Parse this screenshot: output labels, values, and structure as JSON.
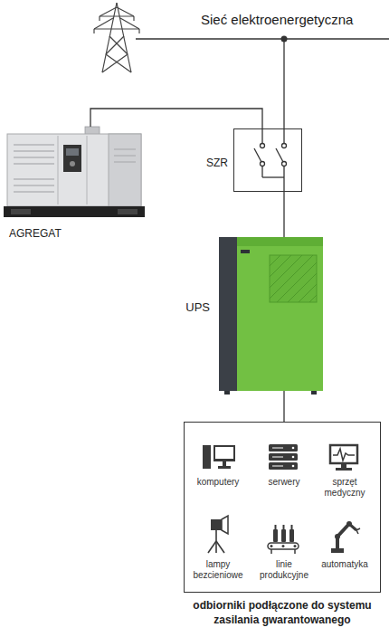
{
  "diagram": {
    "nodes": [
      {
        "text": [
          "Sieć elektroenergetyczna"
        ]
      },
      {
        "text": [
          "AGREGAT"
        ]
      },
      {
        "text": [
          "SZR"
        ]
      },
      {
        "text": [
          "UPS"
        ]
      },
      {
        "text": [
          "odbiorniki podłączone do systemu zasilania gwarantowanego"
        ]
      },
      {
        "text": [
          "komputery"
        ],
        "in": 4
      },
      {
        "text": [
          "serwery"
        ],
        "in": 4
      },
      {
        "text": [
          "sprzęt medyczny"
        ],
        "in": 4
      },
      {
        "text": [
          "lampy bezcieniowe"
        ],
        "in": 4
      },
      {
        "text": [
          "linie produkcyjne"
        ],
        "in": 4
      },
      {
        "text": [
          "automatyka"
        ],
        "in": 4
      }
    ],
    "edges": [
      {
        "from": 0,
        "to": 2,
        "arrow": "none"
      },
      {
        "from": 1,
        "to": 2,
        "arrow": "none"
      },
      {
        "from": 2,
        "to": 3,
        "arrow": "none"
      },
      {
        "from": 3,
        "to": 4,
        "arrow": "none"
      }
    ]
  }
}
